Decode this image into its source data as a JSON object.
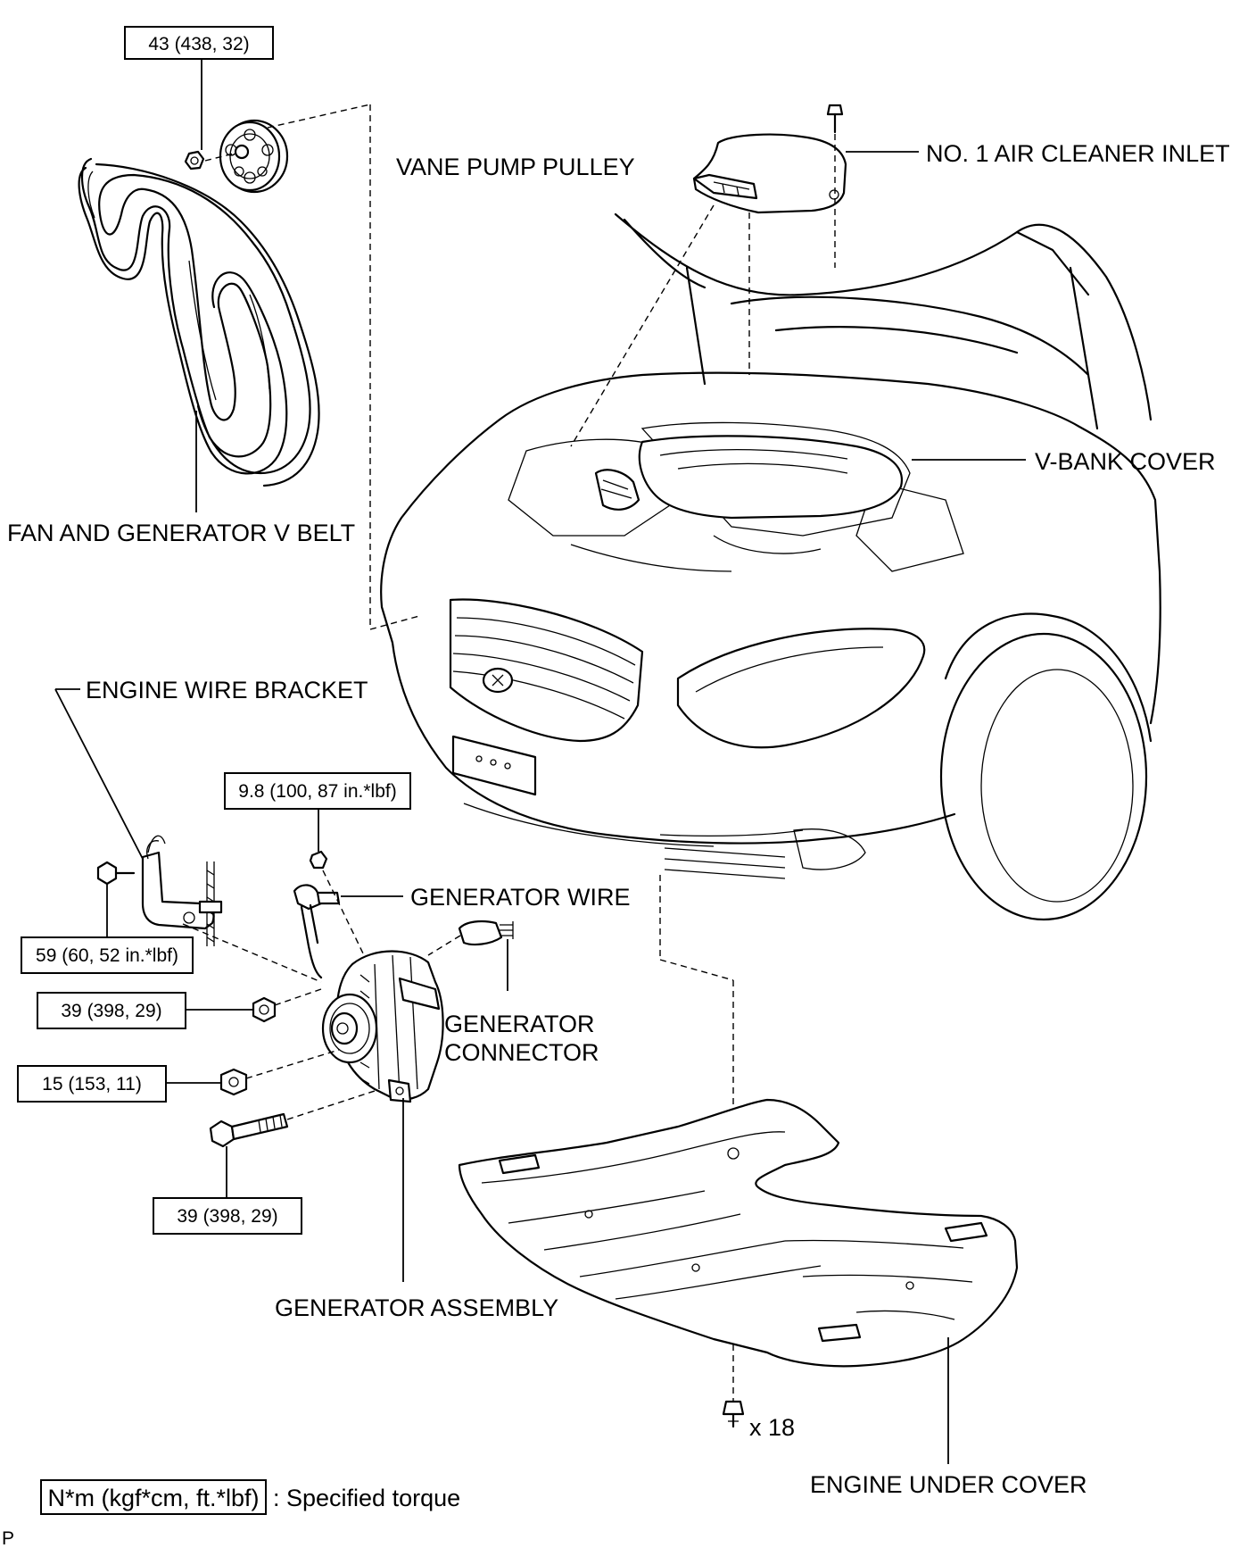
{
  "labels": {
    "vane_pump_pulley": "VANE PUMP PULLEY",
    "air_cleaner_inlet": "NO. 1 AIR CLEANER INLET",
    "v_bank_cover": "V-BANK COVER",
    "fan_generator_v_belt": "FAN AND GENERATOR V BELT",
    "engine_wire_bracket": "ENGINE WIRE BRACKET",
    "generator_wire": "GENERATOR WIRE",
    "generator_connector_line1": "GENERATOR",
    "generator_connector_line2": "CONNECTOR",
    "generator_assembly": "GENERATOR ASSEMBLY",
    "engine_under_cover": "ENGINE UNDER COVER",
    "bolt_count": "x 18"
  },
  "torque": {
    "vane_pump_nut": "43 (438, 32)",
    "generator_wire_nut": "9.8 (100, 87 in.*lbf)",
    "bracket_bolt": "59 (60, 52 in.*lbf)",
    "generator_nut_upper": "39 (398, 29)",
    "generator_nut_lower": "15 (153, 11)",
    "generator_bolt": "39 (398, 29)"
  },
  "legend": {
    "unit_box": "N*m (kgf*cm, ft.*lbf)",
    "description": ": Specified torque"
  },
  "footer": {
    "page_mark": "P"
  }
}
